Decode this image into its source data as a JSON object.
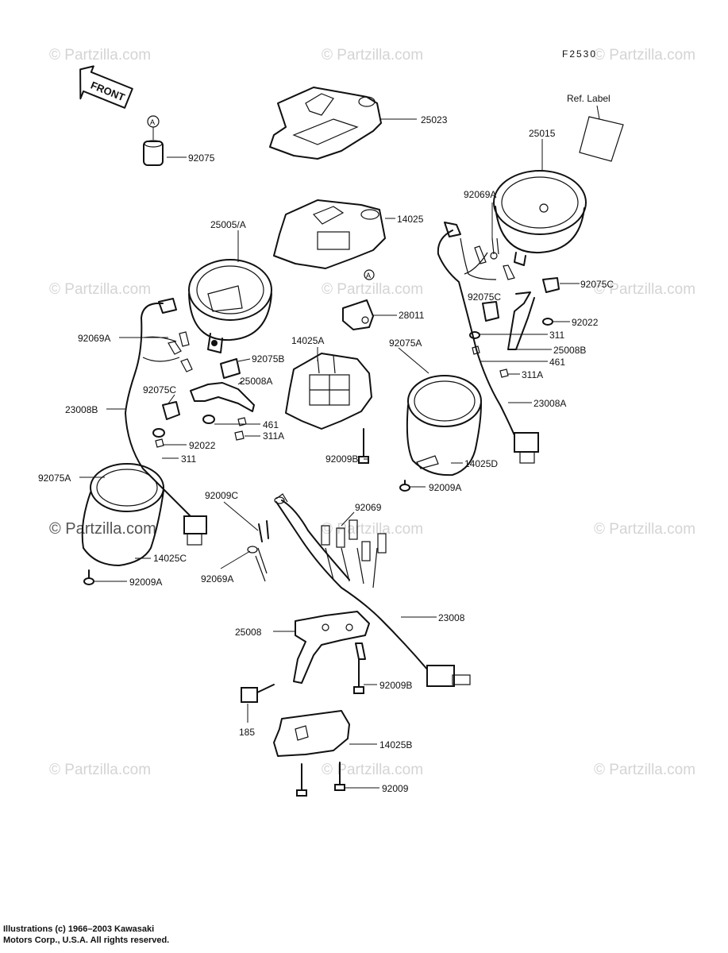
{
  "figure_code": "F2530",
  "front_label": "FRONT",
  "ref_label": "Ref. Label",
  "marker_a": "A",
  "watermark": "© Partzilla.com",
  "parts": {
    "p25023": "25023",
    "p25015": "25015",
    "p92075": "92075",
    "p92069A_r": "92069A",
    "p14025": "14025",
    "p25005A": "25005/A",
    "p92075C_r": "92075C",
    "p92075C_r2": "92075C",
    "p92022_r": "92022",
    "p311_r": "311",
    "p25008B": "25008B",
    "p461_r": "461",
    "p311A_r": "311A",
    "p23008A": "23008A",
    "p28011": "28011",
    "p14025A": "14025A",
    "p92069A_l": "92069A",
    "p92075B": "92075B",
    "p25008A": "25008A",
    "p92075C_l": "92075C",
    "p23008B": "23008B",
    "p461_l": "461",
    "p311A_l": "311A",
    "p92022_l": "92022",
    "p311_l": "311",
    "p92075A_r": "92075A",
    "p14025D": "14025D",
    "p92009B_m": "92009B",
    "p92009A_r": "92009A",
    "p92075A_l": "92075A",
    "p14025C": "14025C",
    "p92009A_l": "92009A",
    "p92009C": "92009C",
    "p92069": "92069",
    "p92069A_b": "92069A",
    "p23008": "23008",
    "p25008": "25008",
    "p92009B_b": "92009B",
    "p185": "185",
    "p14025B": "14025B",
    "p92009": "92009"
  },
  "copyright": {
    "line1": "Illustrations (c) 1966–2003 Kawasaki",
    "line2": "Motors Corp., U.S.A.  All rights reserved."
  }
}
